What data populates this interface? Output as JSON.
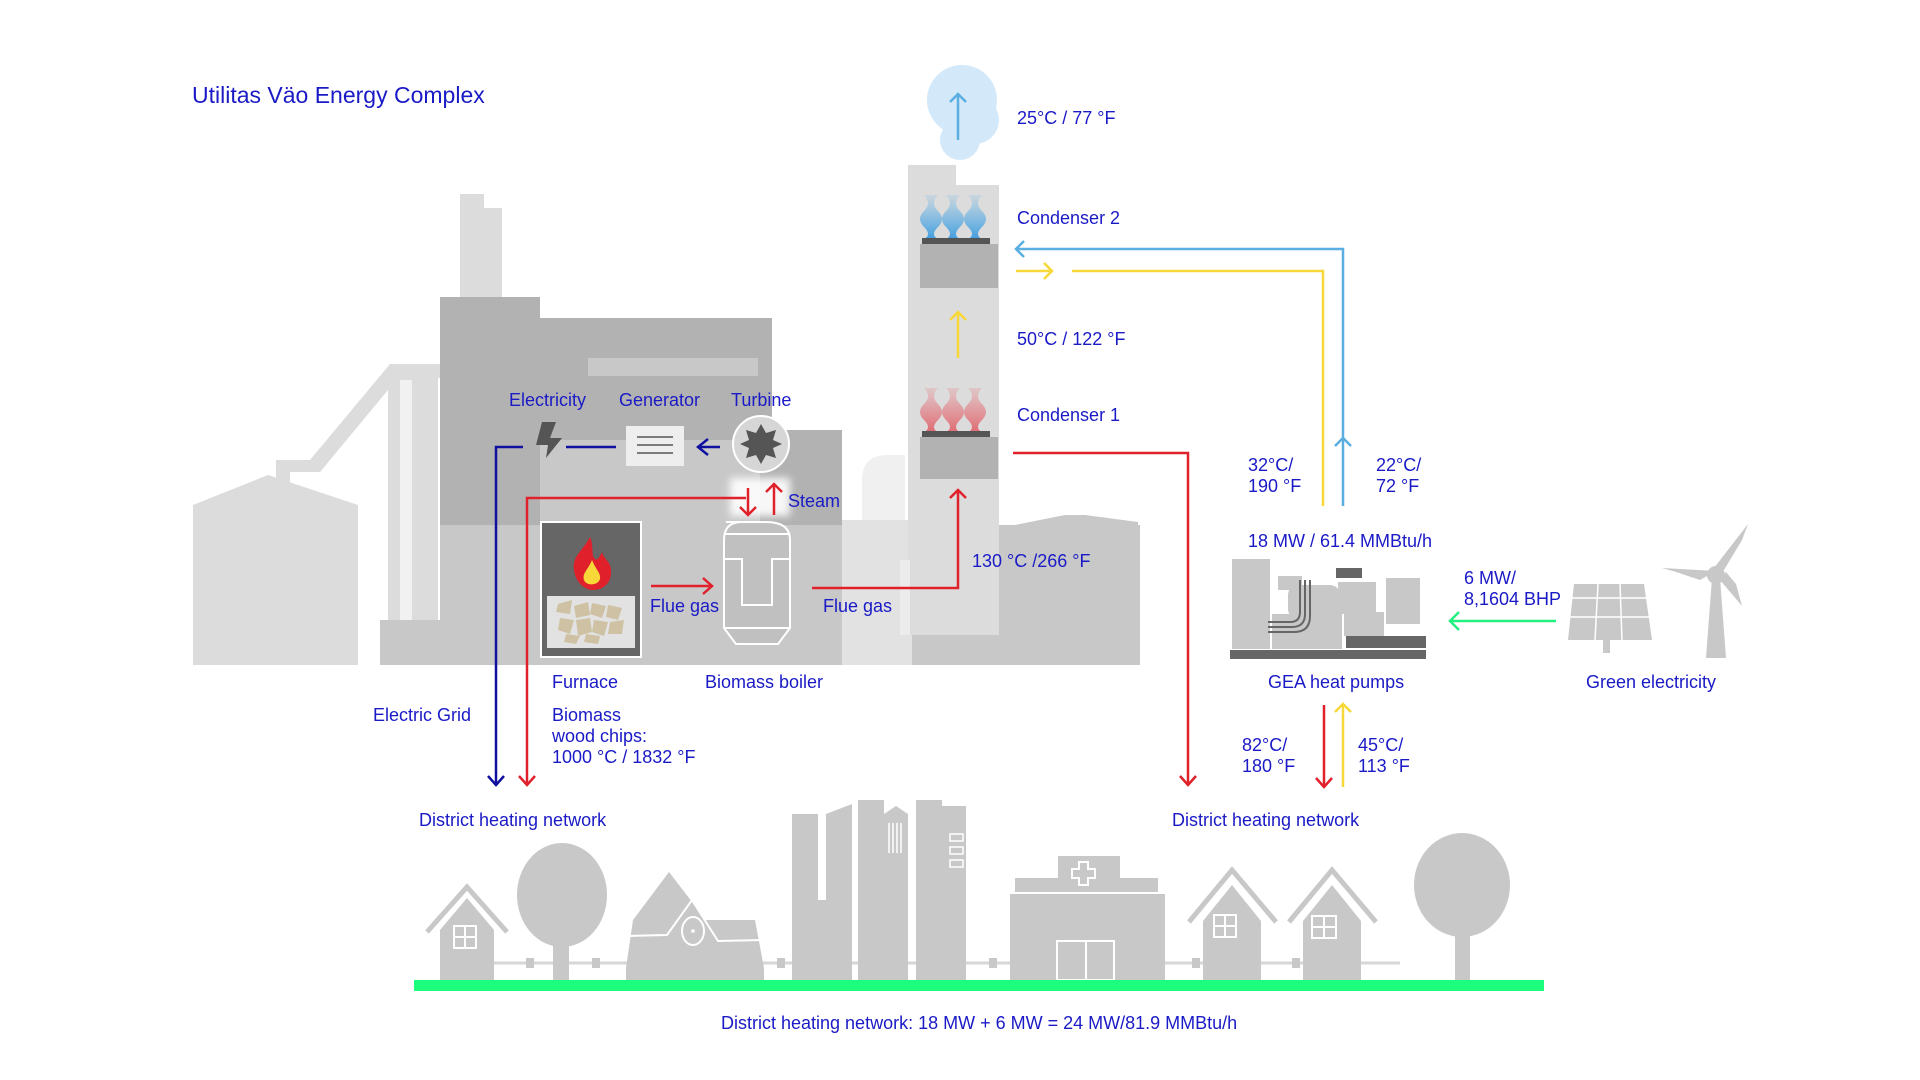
{
  "title": "Utilitas Väo Energy Complex",
  "colors": {
    "text": "#1a1ac6",
    "hot_line": "#e0202a",
    "electric_line": "#1010a0",
    "cool_line": "#5aaee0",
    "warm_line": "#f8d838",
    "green_line": "#22f080",
    "building_light": "#dcdcdc",
    "building_mid": "#c8c8c8",
    "building_dark": "#b2b2b2",
    "machine_dark": "#666666"
  },
  "plant": {
    "electricity": "Electricity",
    "generator": "Generator",
    "turbine": "Turbine",
    "steam": "Steam",
    "flue_gas_1": "Flue gas",
    "flue_gas_2": "Flue gas",
    "furnace": "Furnace",
    "biomass_boiler": "Biomass boiler",
    "electric_grid": "Electric Grid",
    "biomass_chips": "Biomass\nwood chips:\n1000 °C / 1832 °F",
    "district_left": "District heating network"
  },
  "chimney": {
    "exhaust_temp": "25°C / 77 °F",
    "condenser_2": "Condenser 2",
    "mid_temp": "50°C / 122 °F",
    "condenser_1": "Condenser 1",
    "flue_temp": "130 °C /266 °F"
  },
  "heat_pumps": {
    "supply_temp": "32°C/\n190 °F",
    "return_temp": "22°C/\n72 °F",
    "capacity": "18 MW / 61.4 MMBtu/h",
    "label": "GEA heat pumps",
    "out_temp": "82°C/\n180 °F",
    "in_temp": "45°C/\n113 °F",
    "district_right": "District heating network"
  },
  "green": {
    "power": "6 MW/\n8,1604 BHP",
    "label": "Green electricity"
  },
  "footer": {
    "summary": "District heating network: 18 MW + 6 MW = 24 MW/81.9 MMBtu/h"
  }
}
